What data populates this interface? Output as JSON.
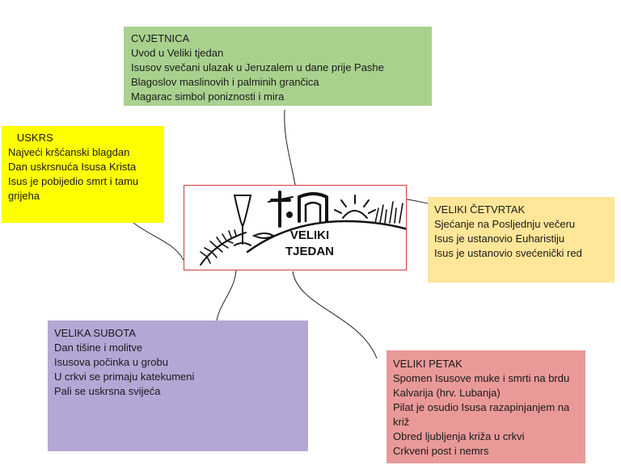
{
  "colors": {
    "cvjetnica": "#a9d18e",
    "uskrs": "#ffff00",
    "cetvrtak": "#ffe699",
    "subota": "#b4a7d6",
    "petak": "#ea9999",
    "center_border": "#d63b3b"
  },
  "center": {
    "title_line1": "VELIKI",
    "title_line2": "TJEDAN"
  },
  "nodes": {
    "cvjetnica": {
      "lines": [
        "CVJETNICA",
        "Uvod u Veliki tjedan",
        "Isusov svečani ulazak u Jeruzalem u dane prije Pashe",
        "Blagoslov maslinovih i palminih grančica",
        "Magarac simbol poniznosti i mira"
      ]
    },
    "uskrs": {
      "lines": [
        "   USKRS",
        "Najveći kršćanski blagdan",
        "Dan uskrsnuća Isusa Krista",
        "Isus je pobijedio smrt i tamu grijeha"
      ]
    },
    "cetvrtak": {
      "lines": [
        "VELIKI ČETVRTAK",
        "Sjećanje na Posljednju večeru",
        "Isus je ustanovio Euharistiju",
        "Isus je ustanovio svećenički red"
      ]
    },
    "subota": {
      "lines": [
        "VELIKA SUBOTA",
        "Dan tišine i molitve",
        "Isusova počinka u grobu",
        "U crkvi se primaju katekumeni",
        "Pali se uskrsna svijeća"
      ]
    },
    "petak": {
      "lines": [
        "VELIKI PETAK",
        "Spomen Isusove muke i smrti na brdu Kalvarija (hrv. Lubanja)",
        "Pilat je osudio Isusa razapinjanjem na križ",
        "Obred ljubljenja križa u crkvi",
        "Crkveni post i nemrs"
      ]
    }
  }
}
